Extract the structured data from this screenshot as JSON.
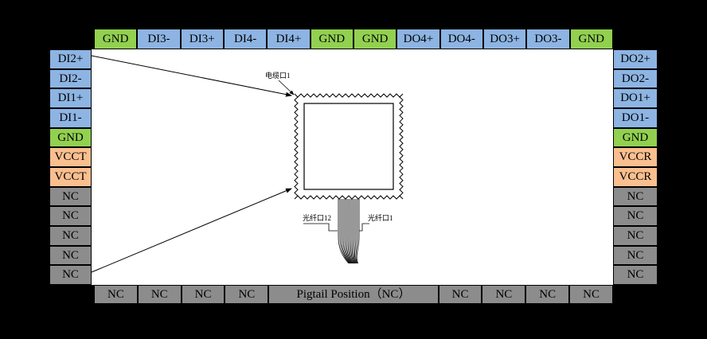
{
  "colors": {
    "background": "#000000",
    "panel": "#FFFFFF",
    "gnd": "#92D050",
    "io": "#8DB4E2",
    "vcc": "#FABF8F",
    "nc": "#8C8C8C"
  },
  "pins": {
    "top": [
      {
        "label": "GND",
        "type": "gnd"
      },
      {
        "label": "DI3-",
        "type": "io"
      },
      {
        "label": "DI3+",
        "type": "io"
      },
      {
        "label": "DI4-",
        "type": "io"
      },
      {
        "label": "DI4+",
        "type": "io"
      },
      {
        "label": "GND",
        "type": "gnd"
      },
      {
        "label": "GND",
        "type": "gnd"
      },
      {
        "label": "DO4+",
        "type": "io"
      },
      {
        "label": "DO4-",
        "type": "io"
      },
      {
        "label": "DO3+",
        "type": "io"
      },
      {
        "label": "DO3-",
        "type": "io"
      },
      {
        "label": "GND",
        "type": "gnd"
      }
    ],
    "left": [
      {
        "label": "DI2+",
        "type": "io"
      },
      {
        "label": "DI2-",
        "type": "io"
      },
      {
        "label": "DI1+",
        "type": "io"
      },
      {
        "label": "DI1-",
        "type": "io"
      },
      {
        "label": "GND",
        "type": "gnd"
      },
      {
        "label": "VCCT",
        "type": "vcc"
      },
      {
        "label": "VCCT",
        "type": "vcc"
      },
      {
        "label": "NC",
        "type": "nc"
      },
      {
        "label": "NC",
        "type": "nc"
      },
      {
        "label": "NC",
        "type": "nc"
      },
      {
        "label": "NC",
        "type": "nc"
      },
      {
        "label": "NC",
        "type": "nc"
      }
    ],
    "right": [
      {
        "label": "DO2+",
        "type": "io"
      },
      {
        "label": "DO2-",
        "type": "io"
      },
      {
        "label": "DO1+",
        "type": "io"
      },
      {
        "label": "DO1-",
        "type": "io"
      },
      {
        "label": "GND",
        "type": "gnd"
      },
      {
        "label": "VCCR",
        "type": "vcc"
      },
      {
        "label": "VCCR",
        "type": "vcc"
      },
      {
        "label": "NC",
        "type": "nc"
      },
      {
        "label": "NC",
        "type": "nc"
      },
      {
        "label": "NC",
        "type": "nc"
      },
      {
        "label": "NC",
        "type": "nc"
      },
      {
        "label": "NC",
        "type": "nc"
      }
    ],
    "bottom": [
      {
        "label": "NC",
        "type": "nc",
        "span": 1
      },
      {
        "label": "NC",
        "type": "nc",
        "span": 1
      },
      {
        "label": "NC",
        "type": "nc",
        "span": 1
      },
      {
        "label": "NC",
        "type": "nc",
        "span": 1
      },
      {
        "label": "Pigtail Position（NC）",
        "type": "nc",
        "span": 4
      },
      {
        "label": "NC",
        "type": "nc",
        "span": 1
      },
      {
        "label": "NC",
        "type": "nc",
        "span": 1
      },
      {
        "label": "NC",
        "type": "nc",
        "span": 1
      },
      {
        "label": "NC",
        "type": "nc",
        "span": 1
      }
    ]
  },
  "diagram": {
    "cable_port_label": "电缆口1",
    "fiber_port_left_label": "光纤口12",
    "fiber_port_right_label": "光纤口1"
  }
}
